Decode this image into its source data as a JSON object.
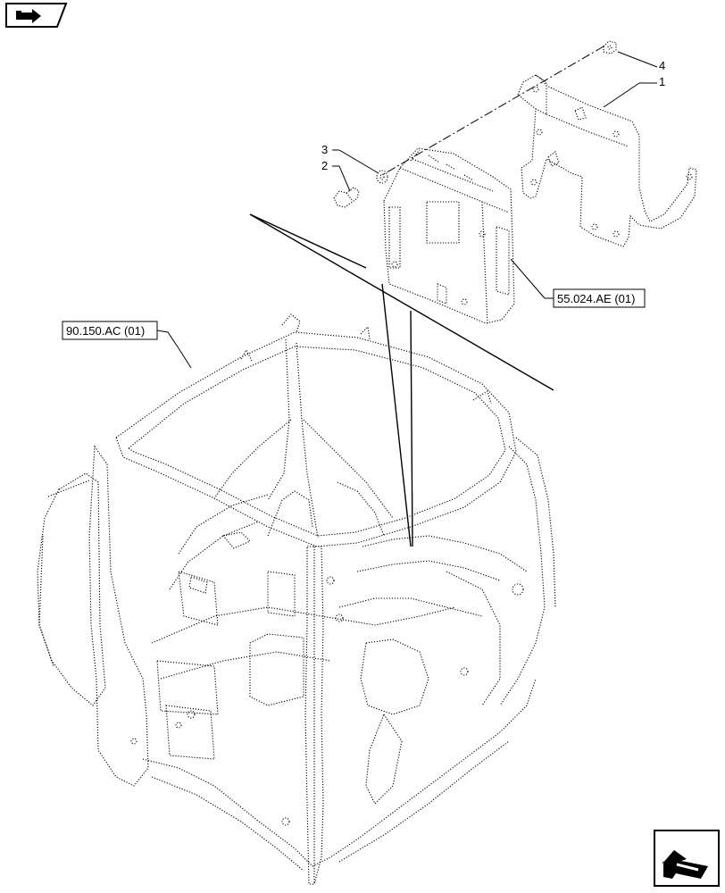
{
  "diagram": {
    "callouts": [
      {
        "number": "4"
      },
      {
        "number": "1"
      },
      {
        "number": "3"
      },
      {
        "number": "2"
      }
    ],
    "references": [
      {
        "text": "55.024.AE (01)"
      },
      {
        "text": "90.150.AC (01)"
      }
    ],
    "icons": {
      "top_left": "page-back-arrow-icon",
      "bottom_right": "page-forward-arrow-icon"
    }
  }
}
